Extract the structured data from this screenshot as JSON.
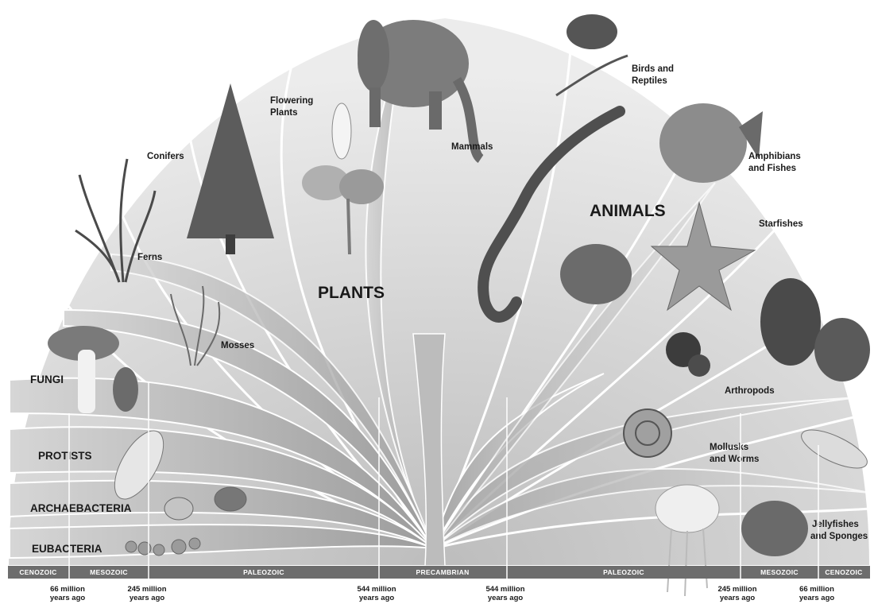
{
  "kingdoms": {
    "plants": "PLANTS",
    "animals": "ANIMALS",
    "fungi": "FUNGI",
    "protists": "PROTISTS",
    "archaebacteria": "ARCHAEBACTERIA",
    "eubacteria": "EUBACTERIA"
  },
  "plant_groups": {
    "flowering_1": "Flowering",
    "flowering_2": "Plants",
    "conifers": "Conifers",
    "ferns": "Ferns",
    "mosses": "Mosses"
  },
  "animal_groups": {
    "mammals": "Mammals",
    "birds_1": "Birds and",
    "birds_2": "Reptiles",
    "amphibians_1": "Amphibians",
    "amphibians_2": "and Fishes",
    "starfishes": "Starfishes",
    "arthropods": "Arthropods",
    "mollusks_1": "Mollusks",
    "mollusks_2": "and Worms",
    "jellyfishes_1": "Jellyfishes",
    "jellyfishes_2": "and Sponges"
  },
  "timeline": {
    "eras": [
      "CENOZOIC",
      "MESOZOIC",
      "PALEOZOIC",
      "PRECAMBRIAN",
      "PALEOZOIC",
      "MESOZOIC",
      "CENOZOIC"
    ],
    "marks": [
      {
        "line1": "66 million",
        "line2": "years ago"
      },
      {
        "line1": "245 million",
        "line2": "years ago"
      },
      {
        "line1": "544 million",
        "line2": "years ago"
      },
      {
        "line1": "544 million",
        "line2": "years ago"
      },
      {
        "line1": "245 million",
        "line2": "years ago"
      },
      {
        "line1": "66 million",
        "line2": "years ago"
      }
    ]
  },
  "colors": {
    "fan_background": "#e3e3e3",
    "branch_dark": "#9a9a9a",
    "branch_light": "#d2d2d2",
    "era_bar": "#6d6d6d",
    "label": "#1a1a1a"
  }
}
